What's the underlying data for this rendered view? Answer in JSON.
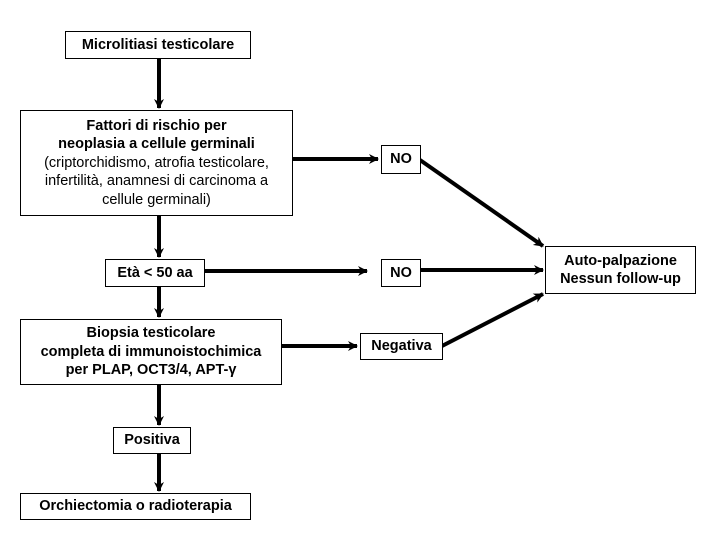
{
  "nodes": {
    "start": {
      "label": "Microlitiasi testicolare"
    },
    "risk": {
      "title_lines": [
        "Fattori di rischio per",
        "neoplasia a cellule germinali"
      ],
      "detail_lines": [
        "(criptorchidismo, atrofia testicolare,",
        "infertilità, anamnesi di carcinoma a",
        "cellule germinali)"
      ]
    },
    "age": {
      "label": "Età < 50 aa"
    },
    "biopsy": {
      "lines": [
        "Biopsia testicolare",
        "completa di immunoistochimica",
        "per PLAP, OCT3/4, APT-γ"
      ]
    },
    "positive": {
      "label": "Positiva"
    },
    "treatment": {
      "label": "Orchiectomia o radioterapia"
    },
    "no1": {
      "label": "NO"
    },
    "no2": {
      "label": "NO"
    },
    "negative": {
      "label": "Negativa"
    },
    "outcome": {
      "lines": [
        "Auto-palpazione",
        "Nessun follow-up"
      ]
    }
  }
}
